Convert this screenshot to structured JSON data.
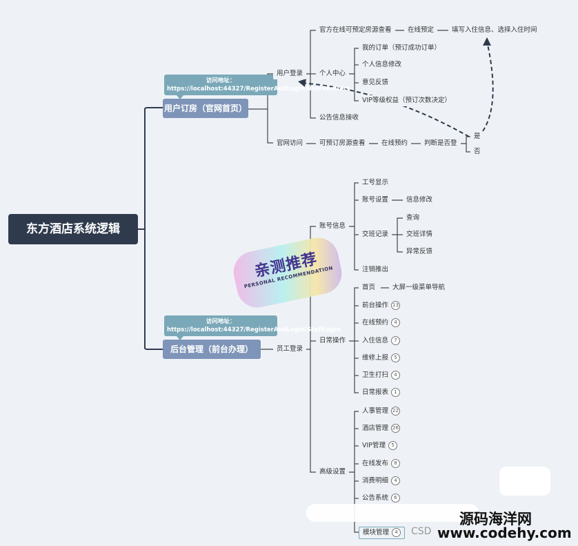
{
  "root": "东方酒店系统逻辑",
  "branch_user": {
    "title": "用户订房（官网首页）",
    "callout": "访问地址：https://localhost:44327/RegisterAndLogin/UserRedirect",
    "login": "用户登录",
    "online_booking": "官方在线可预定房源查看",
    "booking": "在线预定",
    "fill_info": "填写入住信息、选择入住时间",
    "personal_center": "个人中心",
    "pc_items": [
      "我的订单（预订成功订单）",
      "个人信息修改",
      "意见反馈",
      "VIP等级权益（预订次数决定）"
    ],
    "notice": "公告信息接收",
    "visit": "官网访问",
    "view_rooms": "可预订房源查看",
    "reserve": "在线预约",
    "check_login": "判断是否登",
    "yes": "是",
    "no": "否"
  },
  "branch_staff": {
    "title": "后台管理（前台办理）",
    "callout": "访问地址：https://localhost:44327/RegisterAndLogin/StaffLogin",
    "login": "员工登录",
    "account": "账号信息",
    "account_items": [
      "工号显示",
      "账号设置",
      "交班记录",
      "注销推出"
    ],
    "info_edit": "信息修改",
    "shift_items": [
      "查询",
      "交班详情",
      "异常反馈"
    ],
    "daily": "日常操作",
    "daily_items": [
      {
        "label": "首页",
        "count": ""
      },
      {
        "label": "前台操作",
        "count": "13"
      },
      {
        "label": "在线预约",
        "count": "4"
      },
      {
        "label": "入住信息",
        "count": "7"
      },
      {
        "label": "维修上报",
        "count": "5"
      },
      {
        "label": "卫生打扫",
        "count": "4"
      },
      {
        "label": "日常报表",
        "count": "1"
      }
    ],
    "home_nav": "大屏一级菜单导航",
    "advanced": "高级设置",
    "advanced_items": [
      {
        "label": "人事管理",
        "count": "22"
      },
      {
        "label": "酒店管理",
        "count": "26"
      },
      {
        "label": "VIP管理",
        "count": "5"
      },
      {
        "label": "在线发布",
        "count": "8"
      },
      {
        "label": "消费明细",
        "count": "4"
      },
      {
        "label": "公告系统",
        "count": "6"
      },
      {
        "label": "模块管理",
        "count": "4"
      }
    ]
  },
  "badge": {
    "main": "亲测推荐",
    "sub": "PERSONAL RECOMMENDATION"
  },
  "watermark": {
    "line1": "源码海洋网",
    "line2": "www.codehy.com",
    "csdn": "CSD"
  },
  "colors": {
    "root": "#2f3b4d",
    "main": "#7e94b8",
    "callout": "#7aa8b8",
    "line": "#2f3b4d"
  }
}
